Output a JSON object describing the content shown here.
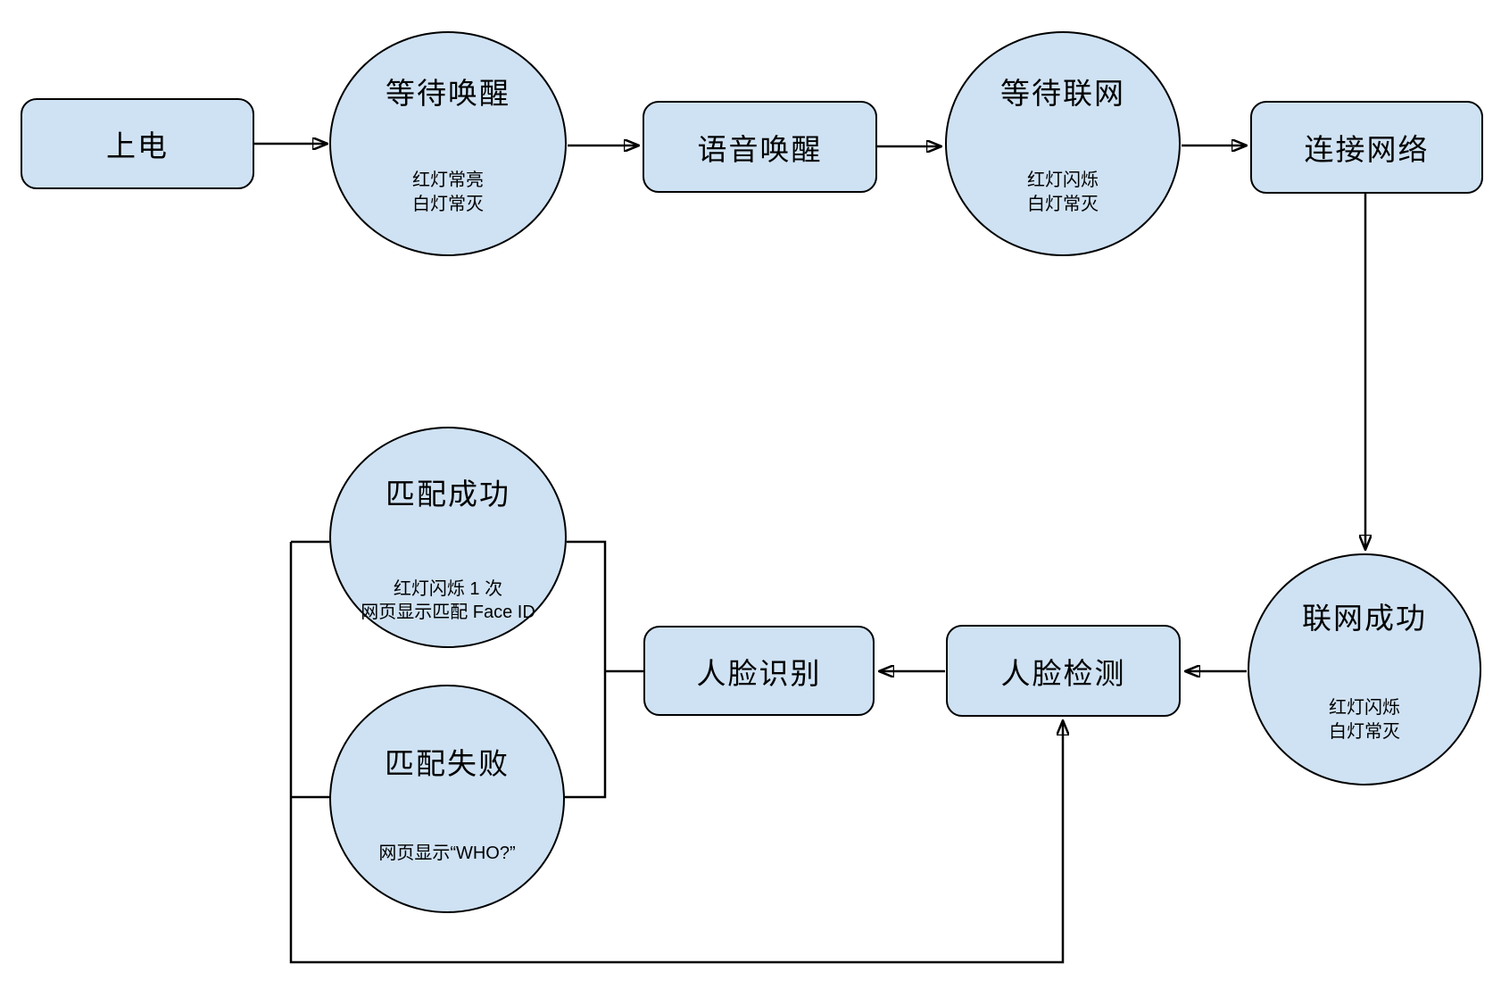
{
  "diagram": {
    "type": "flowchart",
    "colors": {
      "node_fill": "#cfe2f3",
      "node_border": "#000000",
      "connector": "#000000",
      "background": "#ffffff"
    },
    "nodes": {
      "power_on": {
        "shape": "rect",
        "label": "上电"
      },
      "wait_wake": {
        "shape": "ellipse",
        "title": "等待唤醒",
        "sub1": "红灯常亮",
        "sub2": "白灯常灭"
      },
      "voice_wake": {
        "shape": "rect",
        "label": "语音唤醒"
      },
      "wait_network": {
        "shape": "ellipse",
        "title": "等待联网",
        "sub1": "红灯闪烁",
        "sub2": "白灯常灭"
      },
      "connect_network": {
        "shape": "rect",
        "label": "连接网络"
      },
      "network_success": {
        "shape": "ellipse",
        "title": "联网成功",
        "sub1": "红灯闪烁",
        "sub2": "白灯常灭"
      },
      "face_detect": {
        "shape": "rect",
        "label": "人脸检测"
      },
      "face_recognize": {
        "shape": "rect",
        "label": "人脸识别"
      },
      "match_success": {
        "shape": "ellipse",
        "title": "匹配成功",
        "sub1": "红灯闪烁 1 次",
        "sub2": "网页显示匹配 Face ID"
      },
      "match_fail": {
        "shape": "ellipse",
        "title": "匹配失败",
        "sub1": "网页显示“WHO?”"
      }
    },
    "edges": [
      {
        "from": "power_on",
        "to": "wait_wake",
        "arrow": true
      },
      {
        "from": "wait_wake",
        "to": "voice_wake",
        "arrow": true
      },
      {
        "from": "voice_wake",
        "to": "wait_network",
        "arrow": true
      },
      {
        "from": "wait_network",
        "to": "connect_network",
        "arrow": true
      },
      {
        "from": "connect_network",
        "to": "network_success",
        "arrow": true
      },
      {
        "from": "network_success",
        "to": "face_detect",
        "arrow": true
      },
      {
        "from": "face_detect",
        "to": "face_recognize",
        "arrow": true
      },
      {
        "from": "face_recognize",
        "to": "match_success",
        "arrow": false
      },
      {
        "from": "face_recognize",
        "to": "match_fail",
        "arrow": false
      },
      {
        "from": "match_success",
        "to": "face_detect",
        "arrow": true
      },
      {
        "from": "match_fail",
        "to": "face_detect",
        "arrow": true
      }
    ]
  }
}
